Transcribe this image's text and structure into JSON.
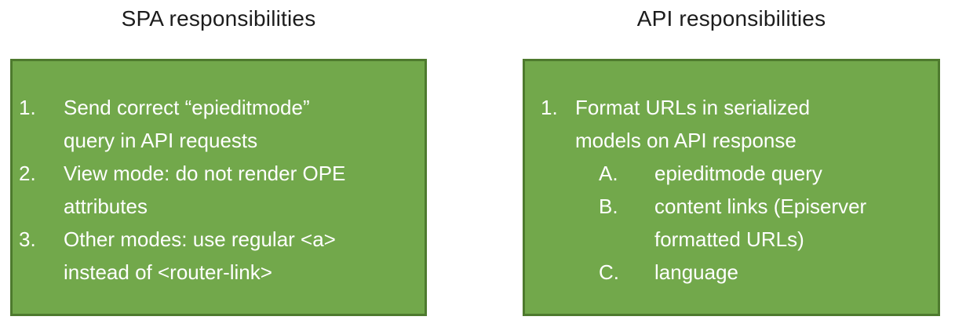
{
  "colors": {
    "box_fill": "#72a84b",
    "box_border": "#4e7a2e",
    "box_text": "#ffffff",
    "title_text": "#1c1c1c",
    "background": "#ffffff"
  },
  "panels": [
    {
      "id": "spa",
      "title": "SPA responsibilities",
      "items": [
        {
          "marker": "1.",
          "lines": [
            "Send correct “epieditmode”",
            "query in API requests"
          ],
          "subitems": []
        },
        {
          "marker": "2.",
          "lines": [
            "View mode: do not render OPE",
            "attributes"
          ],
          "subitems": []
        },
        {
          "marker": "3.",
          "lines": [
            "Other modes: use regular <a>",
            "instead of <router-link>"
          ],
          "subitems": []
        }
      ]
    },
    {
      "id": "api",
      "title": "API responsibilities",
      "items": [
        {
          "marker": "1.",
          "lines": [
            "Format URLs in serialized",
            "models on API response"
          ],
          "subitems": [
            {
              "marker": "A.",
              "lines": [
                "epieditmode query"
              ]
            },
            {
              "marker": "B.",
              "lines": [
                "content links (Episerver",
                "formatted URLs)"
              ]
            },
            {
              "marker": "C.",
              "lines": [
                "language"
              ]
            }
          ]
        }
      ]
    }
  ]
}
